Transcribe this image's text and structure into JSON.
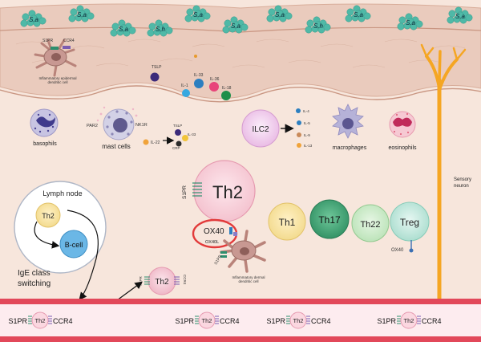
{
  "bacteria": {
    "sa": "S.a",
    "sh": "S.h"
  },
  "epidermis": {
    "dc_caption_line1": "Inflammatory epidermal",
    "dc_caption_line2": "dendritic cell",
    "s1pr_tag": "S1PR",
    "ccr4_tag": "CCR4"
  },
  "cytokines": {
    "tslp": "TSLP",
    "il33": "IL-33",
    "il36": "IL-36",
    "il1": "IL-1",
    "il18": "IL-18",
    "il4": "IL-4",
    "il5": "IL-5",
    "il9": "IL-9",
    "il13": "IL-13",
    "il22": "IL-22",
    "il33b": "IL-33",
    "tslp_b": "TSLP",
    "crp": "CRP"
  },
  "cells": {
    "basophils": "basophils",
    "mast_cells": "mast cells",
    "par2": "PAR2",
    "nk1r": "NK1R",
    "ilc2": "ILC2",
    "macrophages": "macrophages",
    "eosinophils": "eosinophils",
    "th2_large": "Th2",
    "th1": "Th1",
    "th17": "Th17",
    "th22": "Th22",
    "treg": "Treg",
    "ox40_treg": "OX40",
    "sensory_line1": "Sensory",
    "sensory_line2": "neuron",
    "s1pr_large": "S1PR",
    "ox40": "OX40",
    "ox40l": "OX40L",
    "s1pr_dermal": "S1PR",
    "dermal_dc_line1": "Inflammatory dermal",
    "dermal_dc_line2": "dendritic cell"
  },
  "lymph": {
    "title": "Lymph node",
    "th2": "Th2",
    "bcell": "B-cell",
    "ige_line1": "IgE class",
    "ige_line2": "switching",
    "mid_th2": "Th2",
    "mid_s1pr": "S1PR",
    "mid_ccr4": "CCR4"
  },
  "vessel": {
    "s1pr": "S1PR",
    "th2": "Th2",
    "ccr4": "CCR4"
  },
  "colors": {
    "background": "#f7e6dc",
    "bacteria": "#4fb9a7",
    "vessel": "#e2485a",
    "nerve": "#f5a623",
    "ox40_ring": "#e23a3a"
  }
}
